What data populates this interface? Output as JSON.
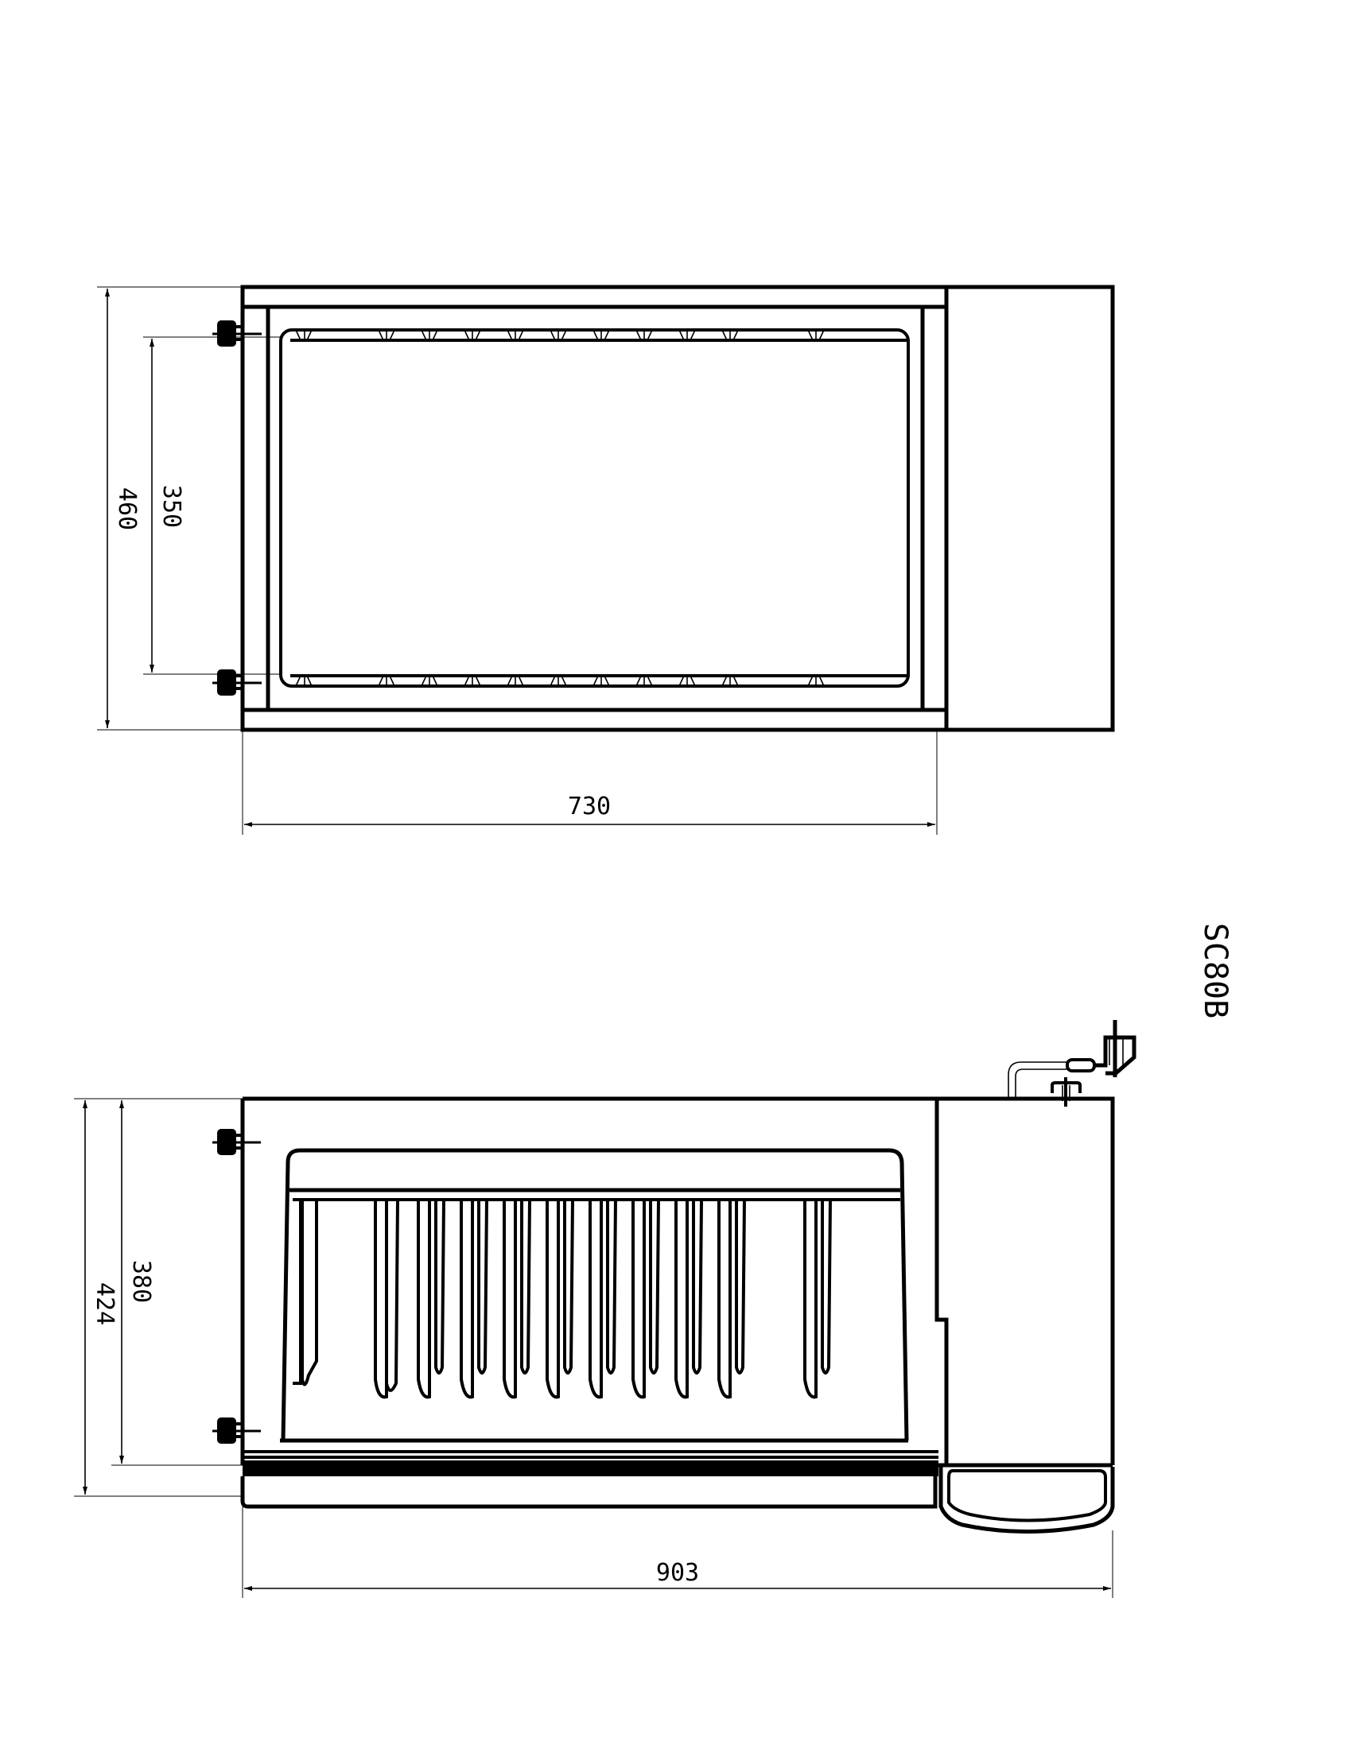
{
  "drawing": {
    "model_label": "SC80B",
    "top_view": {
      "dimensions": {
        "overall_depth": "460",
        "knob_spacing": "350",
        "body_width": "730"
      },
      "tine_count_per_row": 10
    },
    "side_view": {
      "dimensions": {
        "overall_height": "424",
        "body_height": "380",
        "overall_width": "903"
      },
      "tine_count": 11
    },
    "colors": {
      "line": "#000000",
      "background": "#ffffff"
    }
  }
}
